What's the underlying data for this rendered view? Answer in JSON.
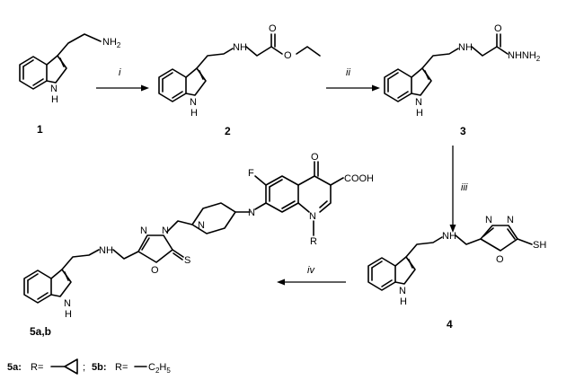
{
  "atoms": {
    "nh2": "NH",
    "nh2_sub": "2",
    "n": "N",
    "h": "H",
    "nh": "NH",
    "o": "O",
    "nhnh2": "NHNH",
    "nhnh2_sub": "2",
    "sh": "SH",
    "s": "S",
    "f": "F",
    "cooh": "COOH",
    "r": "R"
  },
  "compounds": {
    "c1": "1",
    "c2": "2",
    "c3": "3",
    "c4": "4",
    "c5": "5a,b"
  },
  "reagents": {
    "step1": "i",
    "step2": "ii",
    "step3": "iii",
    "step4": "iv"
  },
  "footnote": {
    "a_label": "5a:",
    "a_r": "R=",
    "separator": ";",
    "b_label": "5b:",
    "b_r": "R=",
    "b_group": "C",
    "b_sub": "2",
    "b_h": "H",
    "b_sub2": "5"
  }
}
